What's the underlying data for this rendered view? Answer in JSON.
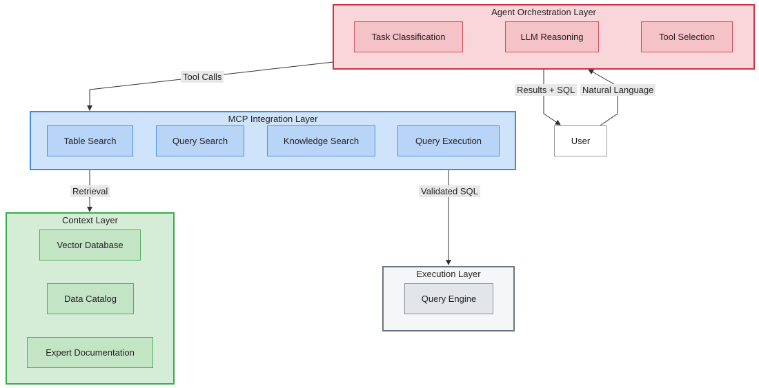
{
  "layers": {
    "agent": {
      "title": "Agent Orchestration Layer"
    },
    "mcp": {
      "title": "MCP Integration Layer"
    },
    "context": {
      "title": "Context Layer"
    },
    "execution": {
      "title": "Execution Layer"
    }
  },
  "nodes": {
    "task_classification": "Task Classification",
    "llm_reasoning": "LLM Reasoning",
    "tool_selection": "Tool Selection",
    "table_search": "Table Search",
    "query_search": "Query Search",
    "knowledge_search": "Knowledge Search",
    "query_execution": "Query Execution",
    "user": "User",
    "vector_database": "Vector Database",
    "data_catalog": "Data Catalog",
    "expert_documentation": "Expert Documentation",
    "query_engine": "Query Engine"
  },
  "edge_labels": {
    "tool_calls": "Tool Calls",
    "results_sql": "Results + SQL",
    "natural_language": "Natural Language",
    "retrieval": "Retrieval",
    "validated_sql": "Validated SQL"
  },
  "colors": {
    "agent_layer": "#f9d6da",
    "mcp_layer": "#cfe3fb",
    "context_layer": "#d5ecd6",
    "execution_layer": "#f4f6f8"
  }
}
